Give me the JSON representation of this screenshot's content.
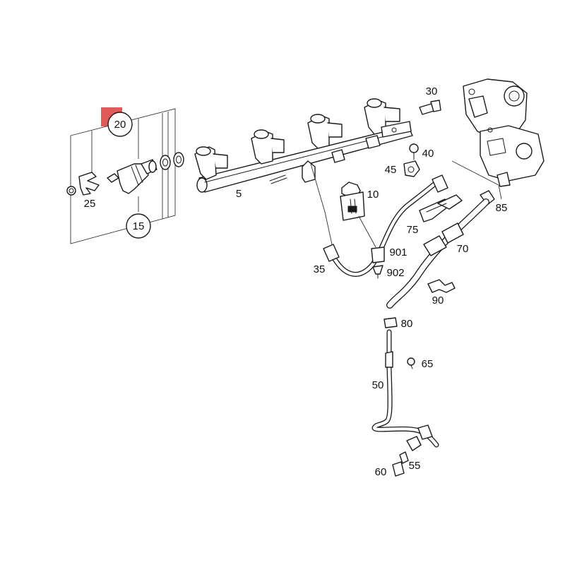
{
  "highlight_color": "#e05a5a",
  "callouts": {
    "p5": "5",
    "p10": "10",
    "p15": "15",
    "p20": "20",
    "p25": "25",
    "p30": "30",
    "p35": "35",
    "p40": "40",
    "p45": "45",
    "p50": "50",
    "p55": "55",
    "p60": "60",
    "p65": "65",
    "p70": "70",
    "p75": "75",
    "p80": "80",
    "p85": "85",
    "p90": "90",
    "p901": "901",
    "p902": "902"
  }
}
